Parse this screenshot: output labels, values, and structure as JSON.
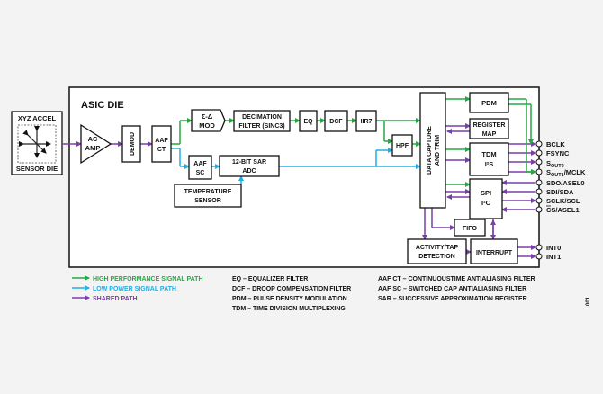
{
  "die": {
    "title": "ASIC DIE"
  },
  "sensor": {
    "title": "XYZ ACCEL",
    "subtitle": "SENSOR DIE"
  },
  "blocks": {
    "ac_amp_1": "AC",
    "ac_amp_2": "AMP",
    "demod": "DEMOD",
    "aaf_ct_1": "AAF",
    "aaf_ct_2": "CT",
    "sigma_delta_1": "Σ-Δ",
    "sigma_delta_2": "MOD",
    "decimation_1": "DECIMATION",
    "decimation_2": "FILTER (SINC3)",
    "eq": "EQ",
    "dcf": "DCF",
    "iir7": "IIR7",
    "aaf_sc_1": "AAF",
    "aaf_sc_2": "SC",
    "sar_1": "12-BIT SAR",
    "sar_2": "ADC",
    "temp_1": "TEMPERATURE",
    "temp_2": "SENSOR",
    "hpf": "HPF",
    "dct_1": "DATA CAPTURE",
    "dct_2": "AND TRIM",
    "pdm": "PDM",
    "regmap_1": "REGISTER",
    "regmap_2": "MAP",
    "tdm_1": "TDM",
    "tdm_2": "I²S",
    "spi_1": "SPI",
    "spi_2": "I²C",
    "fifo": "FIFO",
    "activity_1": "ACTIVITY/TAP",
    "activity_2": "DETECTION",
    "interrupt": "INTERRUPT"
  },
  "pins": {
    "bclk": "BCLK",
    "fsync": "FSYNC",
    "sout0_a": "S",
    "sout0_b": "OUT0",
    "sout1_a": "S",
    "sout1_b": "OUT1",
    "sout1_c": "/MCLK",
    "sdo": "SDO/ASEL0",
    "sdi": "SDI/SDA",
    "sclk": "SCLK/SCL",
    "cs": "CS/ASEL1",
    "int0": "INT0",
    "int1": "INT1"
  },
  "legend": {
    "paths": [
      {
        "label": "HIGH PERFORMANCE SIGNAL PATH",
        "color": "#27a844"
      },
      {
        "label": "LOW POWER SIGNAL PATH",
        "color": "#22aee0"
      },
      {
        "label": "SHARED PATH",
        "color": "#7b3fa8"
      }
    ],
    "abbrev_col1": [
      "EQ – EQUALIZER FILTER",
      "DCF – DROOP COMPENSATION FILTER",
      "PDM – PULSE DENSITY MODULATION",
      "TDM – TIME DIVISION MULTIPLEXING"
    ],
    "abbrev_col2": [
      "AAF CT – CONTINUOUSTIME ANTIALIASING FILTER",
      "AAF SC – SWITCHED CAP ANTIALIASING FILTER",
      "SAR – SUCCESSIVE APPROXIMATION REGISTER"
    ]
  },
  "figure_number": "001",
  "colors": {
    "high": "#27a844",
    "low": "#22aee0",
    "shared": "#7b3fa8"
  }
}
